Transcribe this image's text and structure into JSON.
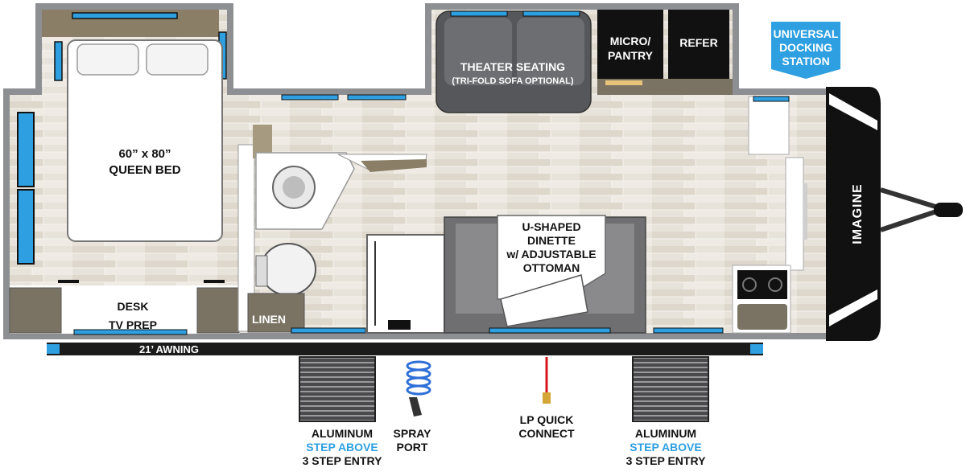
{
  "labels": {
    "queen_bed_1": "60” x 80”",
    "queen_bed_2": "QUEEN BED",
    "theater_1": "THEATER SEATING",
    "theater_2": "(TRI-FOLD SOFA OPTIONAL)",
    "micro_1": "MICRO/",
    "micro_2": "PANTRY",
    "refer": "REFER",
    "docking_1": "UNIVERSAL",
    "docking_2": "DOCKING",
    "docking_3": "STATION",
    "dinette_1": "U-SHAPED",
    "dinette_2": "DINETTE",
    "dinette_3": "w/ ADJUSTABLE",
    "dinette_4": "OTTOMAN",
    "desk": "DESK",
    "tv_prep": "TV PREP",
    "linen": "LINEN",
    "awning": "21’ AWNING",
    "brand": "IMAGINE",
    "step_left_1": "ALUMINUM",
    "step_left_2": "STEP ABOVE",
    "step_left_3": "3 STEP ENTRY",
    "spray_1": "SPRAY",
    "spray_2": "PORT",
    "lp_1": "LP QUICK",
    "lp_2": "CONNECT",
    "step_right_1": "ALUMINUM",
    "step_right_2": "STEP ABOVE",
    "step_right_3": "3 STEP ENTRY"
  },
  "colors": {
    "accent_blue": "#2e9fe0",
    "floor": "#e6e1d8",
    "wall": "#8d8f93",
    "cabinet": "#7a7363",
    "seat": "#6f6f72",
    "lp_line": "#d8161b",
    "dark": "#111111"
  }
}
